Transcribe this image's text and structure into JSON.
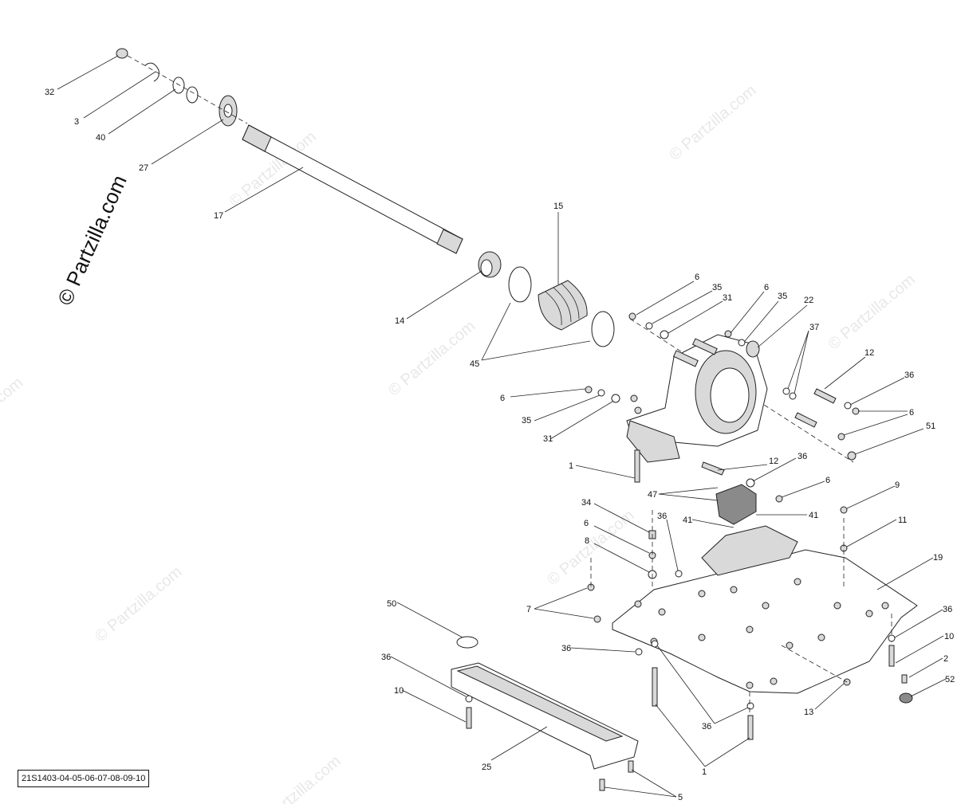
{
  "watermark": {
    "tile_text": "© Partzilla.com",
    "side_text": "© Partzilla.com"
  },
  "reference_code": "21S1403-04-05-06-07-08-09-10",
  "callouts": [
    "32",
    "3",
    "40",
    "27",
    "17",
    "15",
    "14",
    "45",
    "6",
    "35",
    "31",
    "6",
    "35",
    "22",
    "37",
    "12",
    "36",
    "6",
    "6",
    "35",
    "31",
    "51",
    "12",
    "1",
    "36",
    "6",
    "47",
    "41",
    "9",
    "34",
    "36",
    "41",
    "11",
    "6",
    "8",
    "19",
    "50",
    "7",
    "36",
    "36",
    "10",
    "36",
    "2",
    "10",
    "52",
    "13",
    "36",
    "25",
    "1",
    "5"
  ]
}
